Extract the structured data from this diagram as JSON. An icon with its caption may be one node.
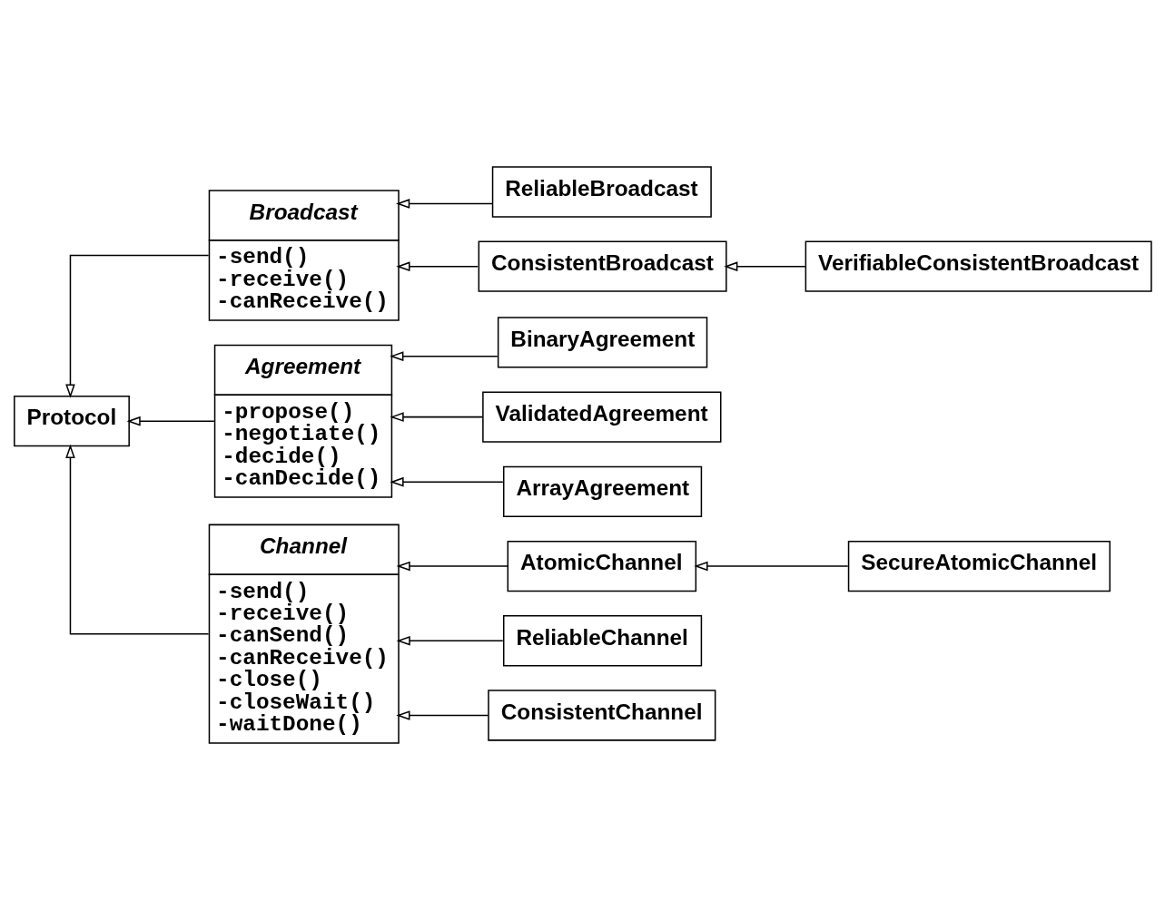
{
  "diagram": {
    "nodes": [
      {
        "text": [
          "Protocol"
        ]
      },
      {
        "text": [
          "Broadcast",
          "-send()",
          "-receive()",
          "-canReceive()"
        ]
      },
      {
        "text": [
          "ReliableBroadcast"
        ]
      },
      {
        "text": [
          "ConsistentBroadcast"
        ]
      },
      {
        "text": [
          "VerifiableConsistentBroadcast"
        ]
      },
      {
        "text": [
          "Agreement",
          "-propose()",
          "-negotiate()",
          "-decide()",
          "-canDecide()"
        ]
      },
      {
        "text": [
          "BinaryAgreement"
        ]
      },
      {
        "text": [
          "ValidatedAgreement"
        ]
      },
      {
        "text": [
          "ArrayAgreement"
        ]
      },
      {
        "text": [
          "Channel",
          "-send()",
          "-receive()",
          "-canSend()",
          "-canReceive()",
          "-close()",
          "-closeWait()",
          "-waitDone()"
        ]
      },
      {
        "text": [
          "AtomicChannel"
        ]
      },
      {
        "text": [
          "SecureAtomicChannel"
        ]
      },
      {
        "text": [
          "ReliableChannel"
        ]
      },
      {
        "text": [
          "ConsistentChannel"
        ]
      }
    ],
    "edges": [
      {
        "from": 1,
        "to": 0,
        "arrow": "to"
      },
      {
        "from": 5,
        "to": 0,
        "arrow": "to"
      },
      {
        "from": 9,
        "to": 0,
        "arrow": "to"
      },
      {
        "from": 2,
        "to": 1,
        "arrow": "to"
      },
      {
        "from": 3,
        "to": 1,
        "arrow": "to"
      },
      {
        "from": 4,
        "to": 3,
        "arrow": "to"
      },
      {
        "from": 6,
        "to": 5,
        "arrow": "to"
      },
      {
        "from": 7,
        "to": 5,
        "arrow": "to"
      },
      {
        "from": 8,
        "to": 5,
        "arrow": "to"
      },
      {
        "from": 10,
        "to": 9,
        "arrow": "to"
      },
      {
        "from": 11,
        "to": 10,
        "arrow": "to"
      },
      {
        "from": 12,
        "to": 9,
        "arrow": "to"
      },
      {
        "from": 13,
        "to": 9,
        "arrow": "to"
      }
    ]
  }
}
